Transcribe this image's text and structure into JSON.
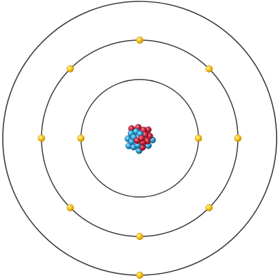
{
  "diagram": {
    "type": "bohr-atom-model",
    "shells": [
      {
        "electrons": 2
      },
      {
        "electrons": 8
      },
      {
        "electrons": 1
      }
    ],
    "nucleus": {
      "protons": 11,
      "neutrons": 12
    }
  },
  "colors": {
    "background": "#ffffff",
    "orbit": "#3a3a3a",
    "electron": "#f6c516",
    "electron_edge": "#c8920a",
    "proton": "#c8203a",
    "neutron": "#2a9fd6"
  }
}
